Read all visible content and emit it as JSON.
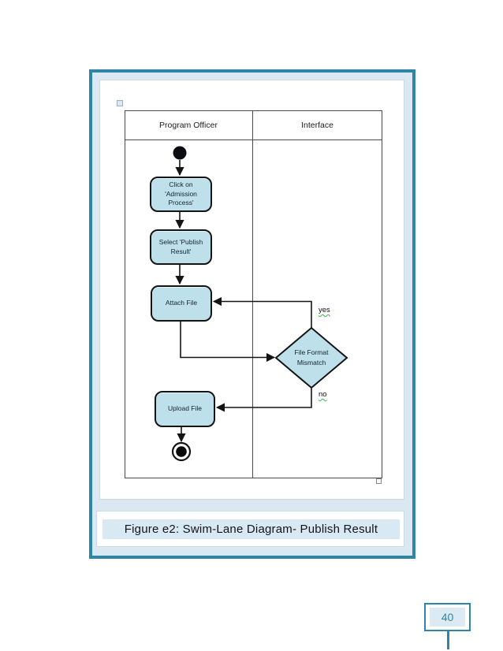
{
  "page": {
    "number": "40"
  },
  "figure": {
    "caption": "Figure e2: Swim-Lane Diagram- Publish Result"
  },
  "diagram": {
    "lanes": [
      {
        "label": "Program Officer"
      },
      {
        "label": "Interface"
      }
    ],
    "nodes": [
      {
        "id": "start",
        "type": "initial"
      },
      {
        "id": "click-admission",
        "type": "action",
        "label": "Click on 'Admission Process'"
      },
      {
        "id": "select-publish",
        "type": "action",
        "label": "Select 'Publish Result'"
      },
      {
        "id": "attach-file",
        "type": "action",
        "label": "Attach File"
      },
      {
        "id": "file-format-mismatch",
        "type": "decision",
        "label": "File Format Mismatch"
      },
      {
        "id": "upload-file",
        "type": "action",
        "label": "Upload File"
      },
      {
        "id": "end",
        "type": "final"
      }
    ],
    "edges": [
      {
        "from": "start",
        "to": "click-admission",
        "label": ""
      },
      {
        "from": "click-admission",
        "to": "select-publish",
        "label": ""
      },
      {
        "from": "select-publish",
        "to": "attach-file",
        "label": ""
      },
      {
        "from": "attach-file",
        "to": "file-format-mismatch",
        "label": ""
      },
      {
        "from": "file-format-mismatch",
        "to": "attach-file",
        "label": "yes"
      },
      {
        "from": "file-format-mismatch",
        "to": "upload-file",
        "label": "no"
      },
      {
        "from": "upload-file",
        "to": "end",
        "label": ""
      }
    ]
  },
  "icons": {
    "table_move_handle": "table-move-handle-icon",
    "table_resize_handle": "table-resize-handle-icon"
  },
  "colors": {
    "frame_accent": "#2e86a6",
    "frame_fill": "#d9e8f1",
    "caption_bar_fill": "#d9e9f3",
    "node_fill": "#bee0ea",
    "node_border": "#141414",
    "spellcheck_underline": "#3db54a",
    "page_number_text": "#2e86a6"
  }
}
